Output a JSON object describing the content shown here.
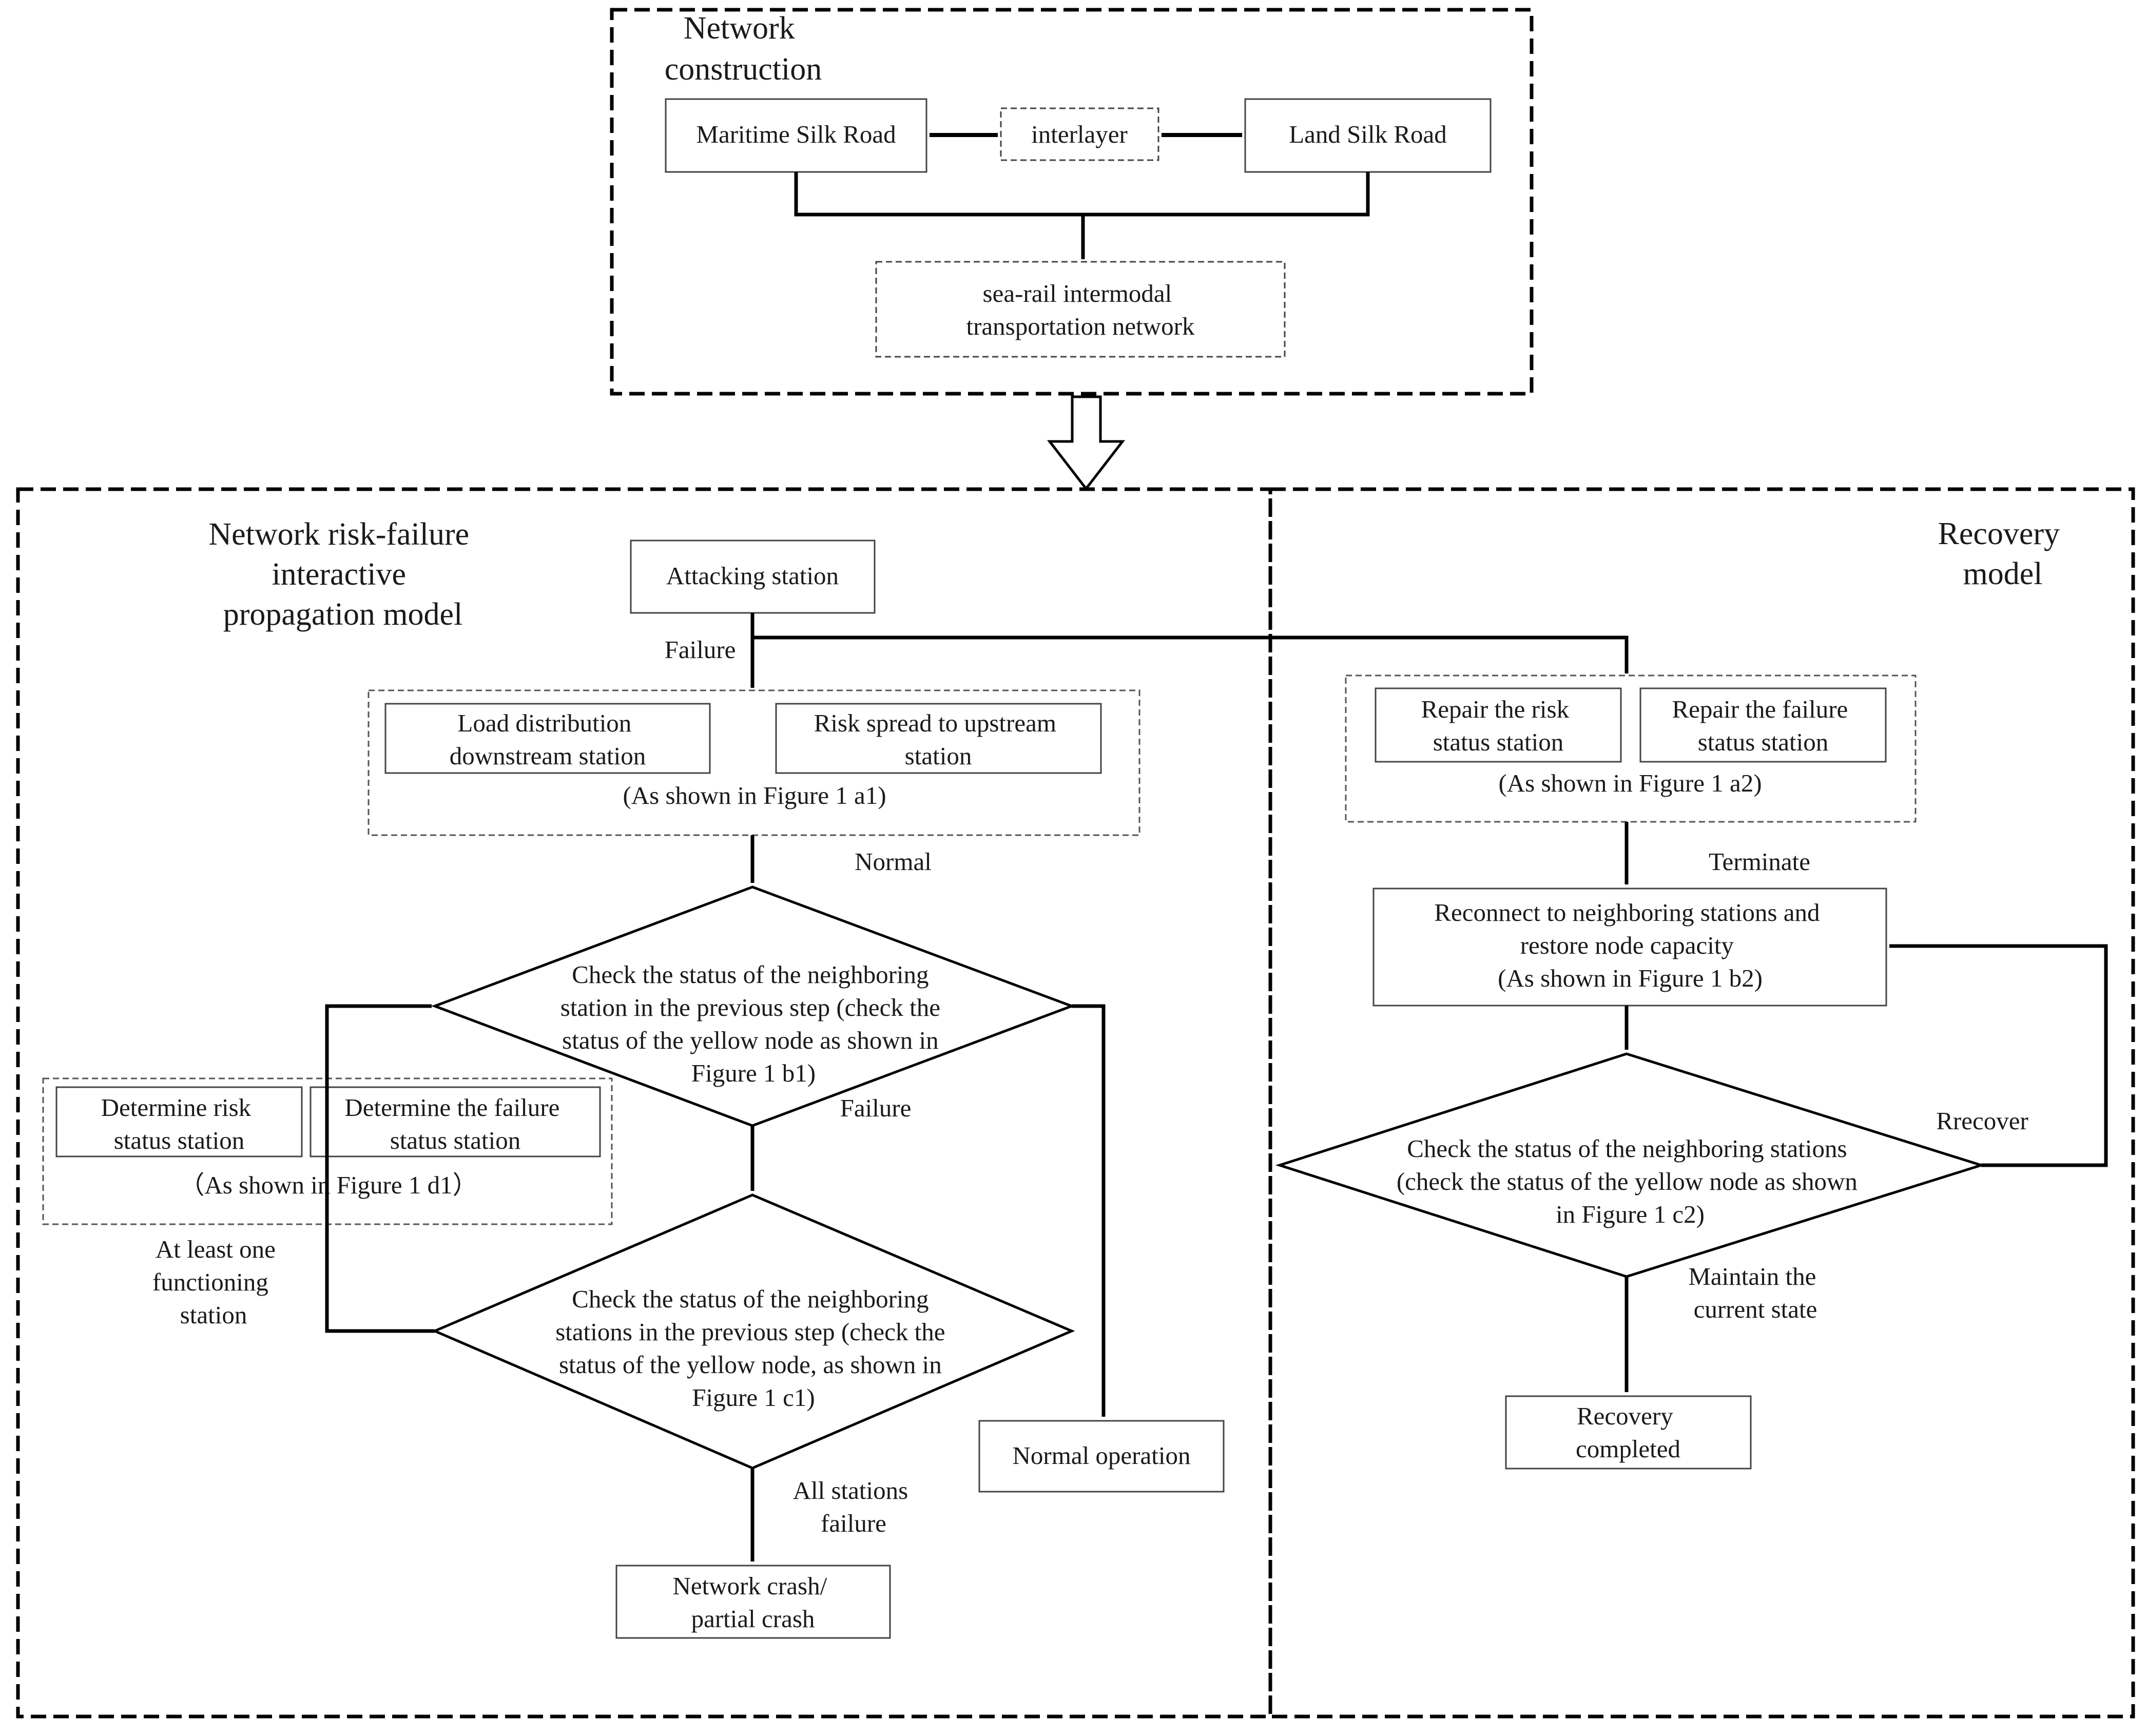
{
  "network_construction": {
    "title": [
      "Network",
      "construction"
    ],
    "maritime": "Maritime Silk Road",
    "interlayer": "interlayer",
    "land": "Land Silk Road",
    "network": [
      "sea-rail intermodal",
      "transportation network"
    ]
  },
  "risk_panel": {
    "title": [
      "Network risk-failure",
      "interactive",
      "propagation model"
    ],
    "attacking": "Attacking station",
    "failure_label_1": "Failure",
    "load_distribution": [
      "Load distribution",
      "downstream station"
    ],
    "risk_spread": [
      "Risk spread to upstream",
      "station"
    ],
    "figure_a1": "(As shown in Figure 1 a1)",
    "normal_label": "Normal",
    "diamond1": [
      "Check the status of the neighboring",
      "station in the previous step (check the",
      "status of the yellow node as shown in",
      "Figure 1 b1)"
    ],
    "failure_label_2": "Failure",
    "determine_risk": [
      "Determine risk",
      "status station"
    ],
    "determine_failure": [
      "Determine the failure",
      "status station"
    ],
    "figure_d1": "（As shown in Figure 1 d1）",
    "at_least_one": [
      "At least one",
      "functioning",
      "station"
    ],
    "diamond2": [
      "Check the status of  the neighboring",
      "stations in the previous step (check the",
      "status of the yellow node, as shown in",
      "Figure 1 c1)"
    ],
    "normal_operation": "Normal operation",
    "all_stations": [
      "All stations",
      "failure"
    ],
    "network_crash": [
      "Network crash/",
      "partial crash"
    ]
  },
  "recovery_panel": {
    "title": [
      "Recovery",
      "model"
    ],
    "repair_risk": [
      "Repair the risk",
      "status station"
    ],
    "repair_failure": [
      "Repair the failure",
      "status station"
    ],
    "figure_a2": "(As shown in Figure 1 a2)",
    "terminate_label": "Terminate",
    "reconnect": [
      "Reconnect to neighboring stations and",
      "restore node capacity",
      "(As shown in Figure 1 b2)"
    ],
    "diamond3": [
      "Check the status of the neighboring stations",
      "(check the status of the yellow node as shown",
      "in Figure 1 c2)"
    ],
    "rrecover_label": "Rrecover",
    "maintain_label": [
      "Maintain the",
      "current state"
    ],
    "recovery_completed": [
      "Recovery",
      "completed"
    ]
  }
}
